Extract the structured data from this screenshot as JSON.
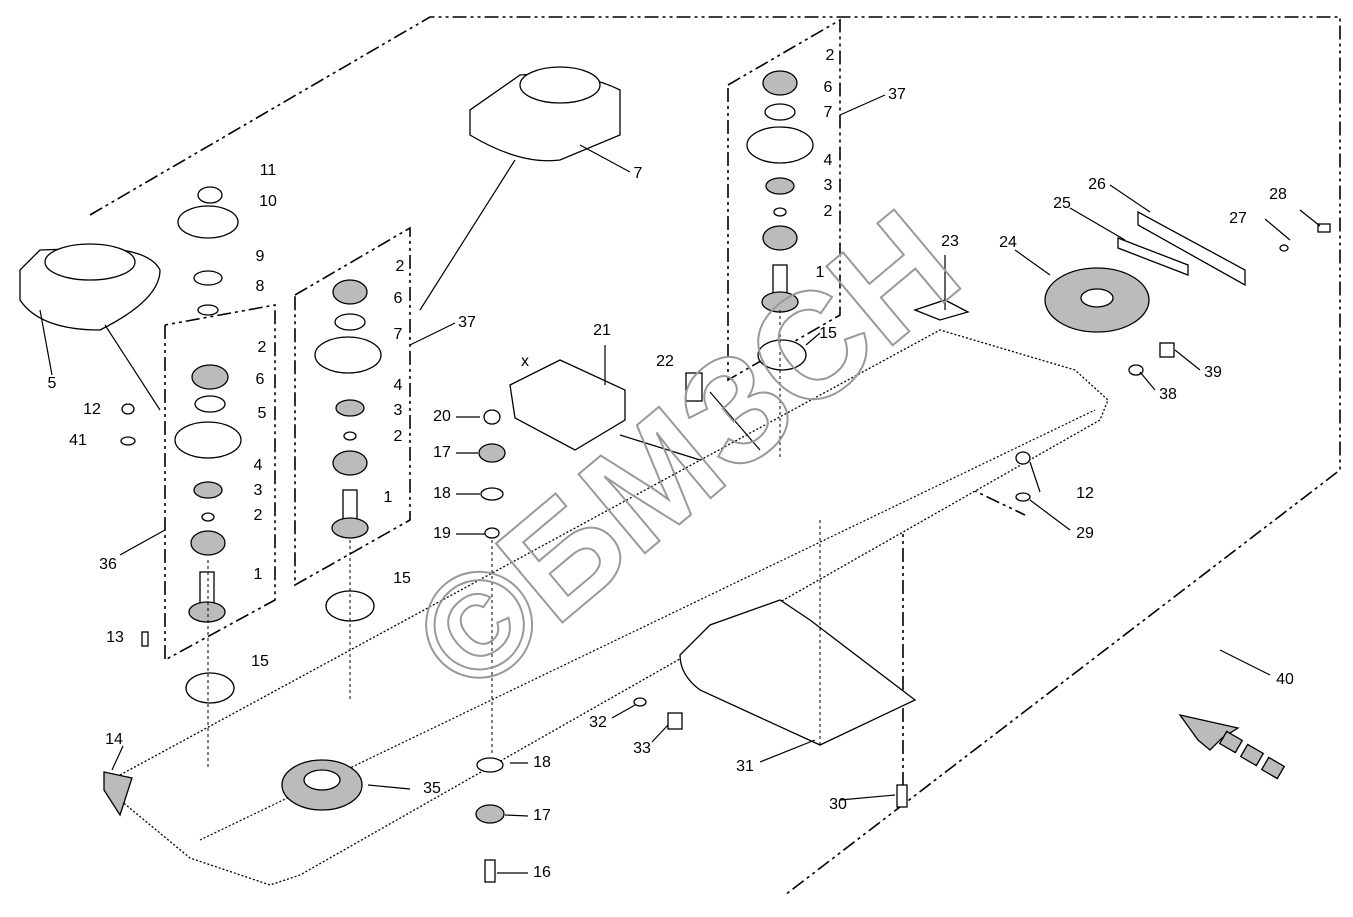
{
  "diagram": {
    "watermark": "©БМЗСН",
    "labels": [
      "11",
      "10",
      "9",
      "8",
      "2",
      "6",
      "5",
      "4",
      "3",
      "2",
      "1",
      "5",
      "12",
      "41",
      "36",
      "13",
      "15",
      "14",
      "35",
      "2",
      "6",
      "7",
      "37",
      "4",
      "3",
      "2",
      "1",
      "15",
      "7",
      "20",
      "17",
      "18",
      "19",
      "21",
      "22",
      "32",
      "33",
      "18",
      "17",
      "16",
      "2",
      "6",
      "7",
      "37",
      "4",
      "3",
      "2",
      "1",
      "15",
      "23",
      "24",
      "25",
      "26",
      "27",
      "28",
      "39",
      "38",
      "12",
      "29",
      "31",
      "30",
      "40",
      "x"
    ]
  }
}
